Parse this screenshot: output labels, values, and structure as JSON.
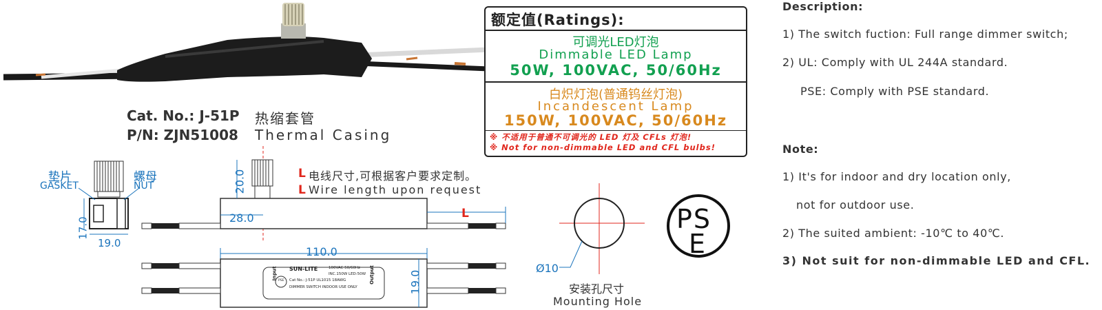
{
  "ratings": {
    "title": "额定值(Ratings):",
    "led_cn": "可调光LED灯泡",
    "led_en": "Dimmable LED Lamp",
    "led_spec": "50W, 100VAC, 50/60Hz",
    "inc_cn": "白炽灯泡(普通钨丝灯泡)",
    "inc_en": "Incandescent Lamp",
    "inc_spec": "150W, 100VAC, 50/60Hz",
    "warn_cn": "※ 不适用于普通不可调光的 LED 灯及 CFLs 灯泡!",
    "warn_en": "※ Not for non-dimmable LED and CFL bulbs!"
  },
  "product": {
    "cat_no": "Cat. No.: J-51P",
    "pn": "P/N: ZJN51008",
    "casing_cn": "热缩套管",
    "casing_en": "Thermal Casing"
  },
  "description": {
    "heading": "Description:",
    "items": [
      "1) The switch fuction: Full range dimmer switch;",
      "2) UL: Comply with UL 244A standard.",
      "PSE: Comply with PSE standard."
    ]
  },
  "note": {
    "heading": "Note:",
    "items": [
      "1) It's for indoor and dry location only,",
      "not for outdoor use.",
      "2) The suited ambient: -10℃ to 40℃.",
      "3) Not suit for non-dimmable LED and CFL."
    ]
  },
  "diagram": {
    "gasket_cn": "垫片",
    "gasket_en": "GASKET",
    "nut_cn": "螺母",
    "nut_en": "NUT",
    "dim_17": "17.0",
    "dim_19a": "19.0",
    "dim_20": "20.0",
    "dim_28": "28.0",
    "dim_110": "110.0",
    "dim_19b": "19.0",
    "dim_L": "L",
    "wire_L": "L",
    "wire_cn": "电线尺寸,可根据客户要求定制。",
    "wire_en": "Wire length upon request",
    "hole_dia": "Ø10",
    "hole_cn": "安装孔尺寸",
    "hole_en": "Mounting Hole",
    "pse_top": "PS",
    "pse_bottom": "E"
  },
  "label": {
    "brand": "SUN-LITE",
    "line1": "100VAC 50/60Hz",
    "line2": "INC.150W LED:50W",
    "line3": "Cat No.: J-51P  UL1015 18AWG",
    "line4": "DIMMER SWITCH INDOOR USE ONLY",
    "input": "Input",
    "output": "Output",
    "pse": "PSE"
  },
  "colors": {
    "green": "#12a050",
    "orange": "#d8891e",
    "red": "#e0261c",
    "blue": "#1b74bc"
  }
}
